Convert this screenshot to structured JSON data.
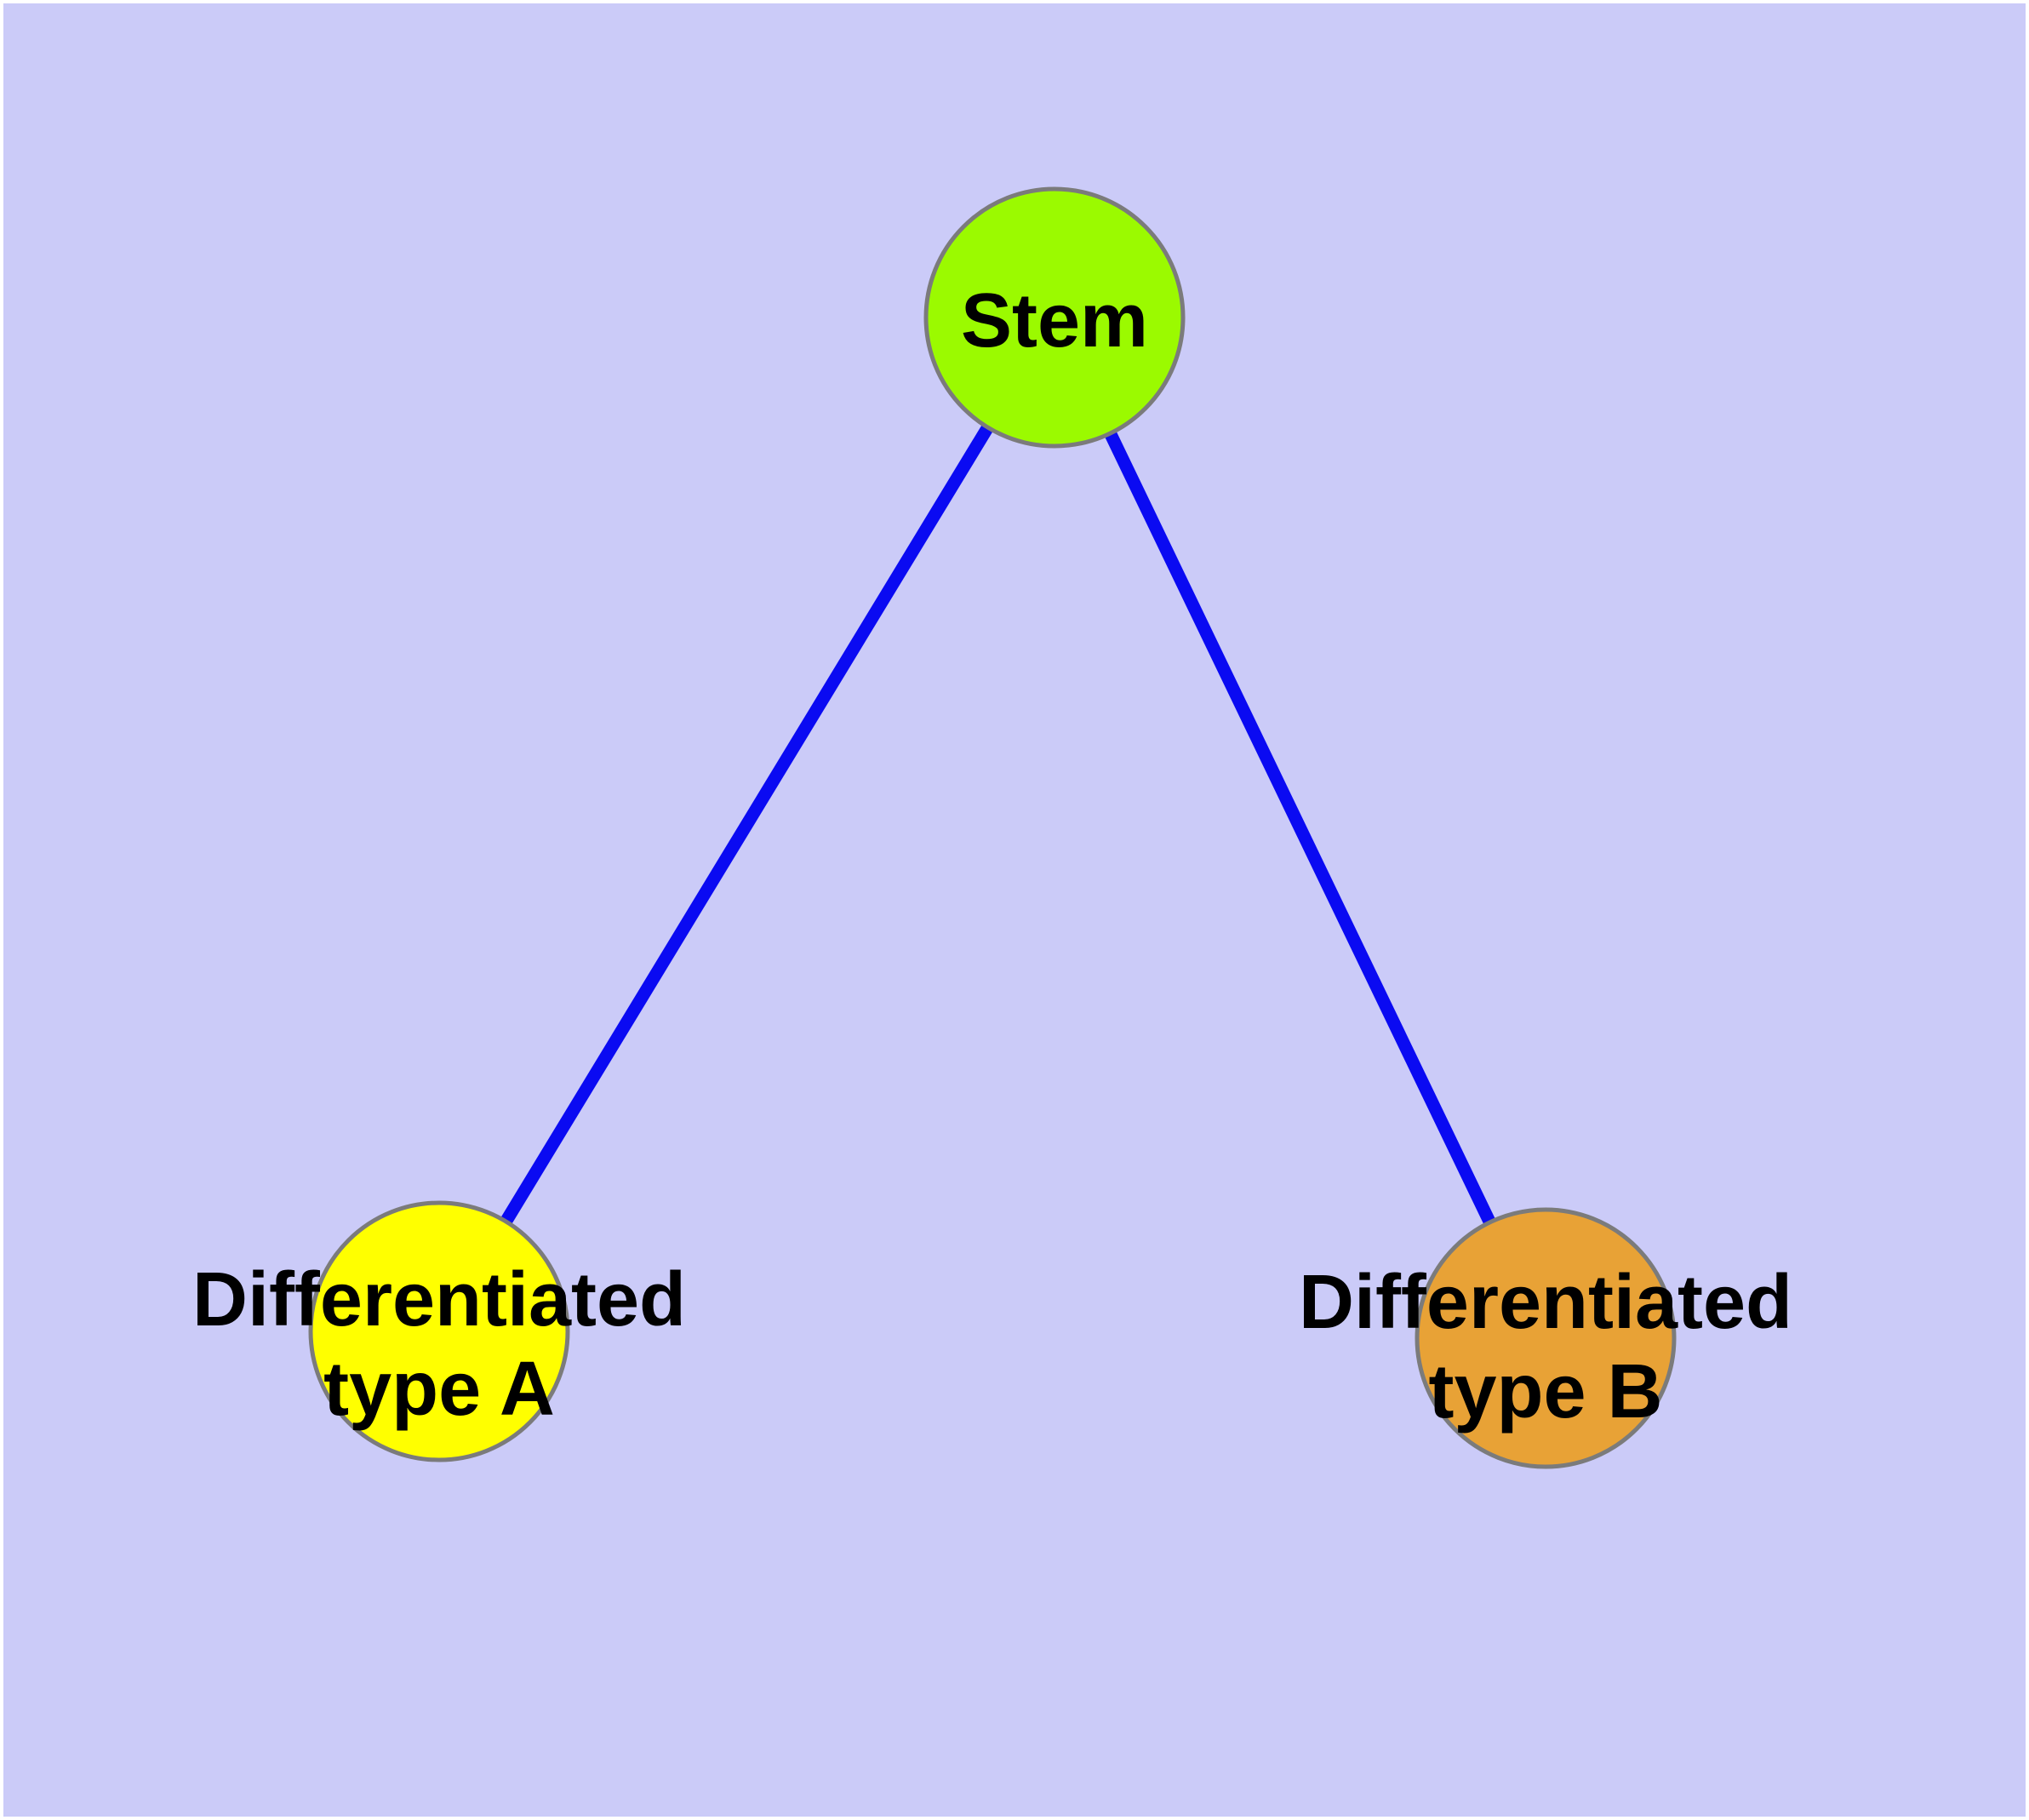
{
  "theme": {
    "page_background": "#ffffff",
    "canvas_background": "#cbcbf8",
    "edge_color": "#0a0af2",
    "node_border_color": "#7b7b7b",
    "label_color": "#000000"
  },
  "graph": {
    "nodes": [
      {
        "id": "stem",
        "label": "Stem",
        "fill": "#9bfa00"
      },
      {
        "id": "differentiated-a",
        "label_line1": "Differentiated",
        "label_line2": "type A",
        "fill": "#ffff00"
      },
      {
        "id": "differentiated-b",
        "label_line1": "Differentiated",
        "label_line2": "type B",
        "fill": "#e8a236"
      }
    ],
    "edges": [
      {
        "from": "stem",
        "to": "differentiated-a"
      },
      {
        "from": "stem",
        "to": "differentiated-b"
      }
    ]
  }
}
